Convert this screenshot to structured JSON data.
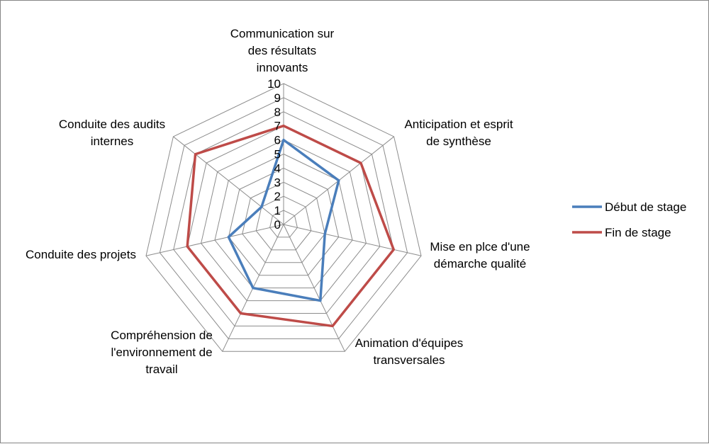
{
  "chart_data": {
    "type": "radar",
    "axes": [
      "Communication sur des résultats innovants",
      "Anticipation et esprit de synthèse",
      "Mise en plce d'une démarche qualité",
      "Animation d'équipes transversales",
      "Compréhension de l'environnement de travail",
      "Conduite des projets",
      "Conduite des audits internes"
    ],
    "axis_label_lines": [
      [
        "Communication sur",
        "des résultats",
        "innovants"
      ],
      [
        "Anticipation et esprit",
        "de synthèse"
      ],
      [
        "Mise en plce d'une",
        "démarche qualité"
      ],
      [
        "Animation d'équipes",
        "transversales"
      ],
      [
        "Compréhension de",
        "l'environnement de",
        "travail"
      ],
      [
        "Conduite des projets"
      ],
      [
        "Conduite des audits",
        "internes"
      ]
    ],
    "ticks": [
      "0",
      "1",
      "2",
      "3",
      "4",
      "5",
      "6",
      "7",
      "8",
      "9",
      "10"
    ],
    "range": [
      0,
      10
    ],
    "grid": true,
    "legend_position": "right",
    "series": [
      {
        "name": "Début de stage",
        "color": "#4a7ebb",
        "values": [
          6,
          5,
          3,
          6,
          5,
          4,
          2
        ]
      },
      {
        "name": "Fin de stage",
        "color": "#be4b48",
        "values": [
          7,
          7,
          8,
          8,
          7,
          7,
          8
        ]
      }
    ]
  }
}
